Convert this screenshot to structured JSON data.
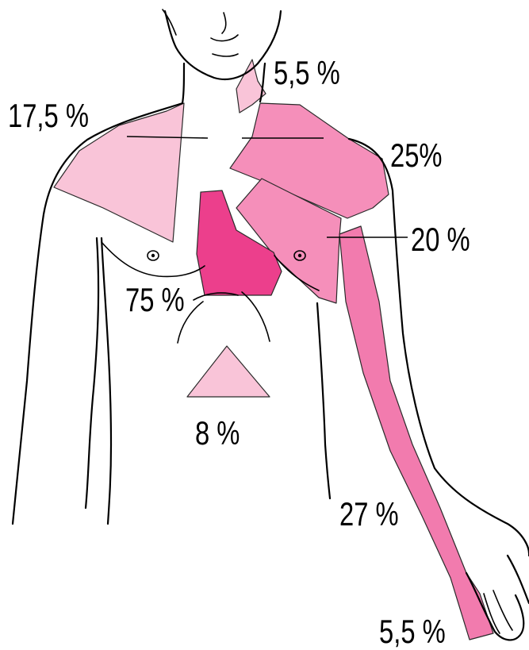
{
  "labels": {
    "neck_right": "5,5 %",
    "shoulder_left": "17,5 %",
    "shoulder_right": "25%",
    "armpit_right": "20 %",
    "chest_center": "75 %",
    "epigastric": "8 %",
    "inner_arm": "27 %",
    "hand": "5,5 %"
  },
  "colors": {
    "light_pink": "#f9c4d8",
    "medium_pink": "#f58fba",
    "arm_pink": "#f27bae",
    "dark_pink": "#ec3f8c"
  }
}
